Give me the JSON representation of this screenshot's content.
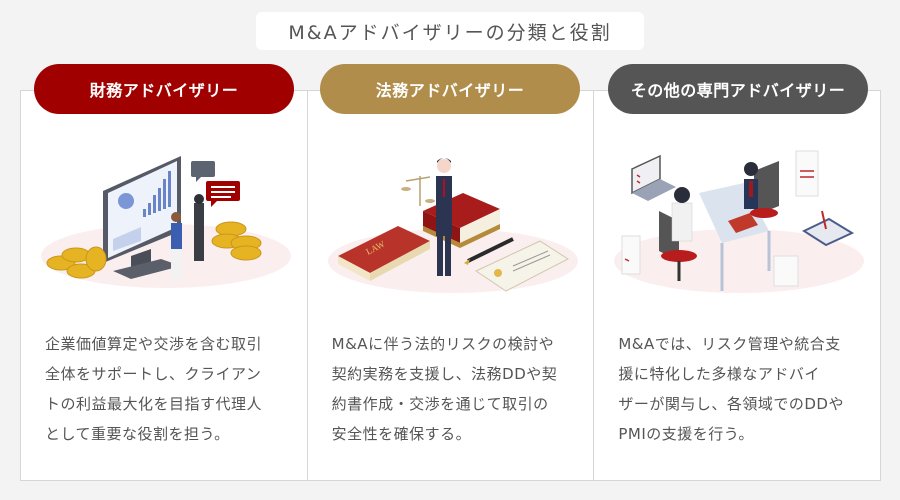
{
  "title": "M&Aアドバイザリーの分類と役割",
  "colors": {
    "financial": "#a00000",
    "legal": "#b08d4a",
    "other": "#555555",
    "background": "#f3f3f3"
  },
  "cards": [
    {
      "label": "財務アドバイザリー",
      "illustration": "financial-analysis-monitor-with-coins",
      "lines": [
        "企業価値算定や交渉を含む取引",
        "全体をサポートし、クライアン",
        "トの利益最大化を目指す代理人",
        "として重要な役割を担う。"
      ]
    },
    {
      "label": "法務アドバイザリー",
      "illustration": "lawyer-with-scales-law-books-contract",
      "lines": [
        "M&Aに伴う法的リスクの検討や",
        "契約実務を支援し、法務DDや契",
        "約書作成・交渉を通じて取引の",
        "安全性を確保する。"
      ]
    },
    {
      "label": "その他の専門アドバイザリー",
      "illustration": "meeting-at-desk-with-documents",
      "lines": [
        "M&Aでは、リスク管理や統合支",
        "援に特化した多様なアドバイ",
        "ザーが関与し、各領域でのDDや",
        "PMIの支援を行う。"
      ]
    }
  ]
}
